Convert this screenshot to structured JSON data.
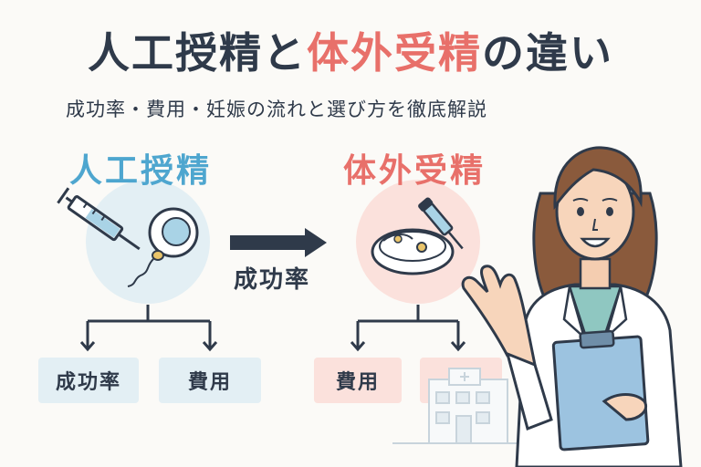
{
  "title": {
    "part1": "人工授精と",
    "part2": "体外受精",
    "part3": "の違い"
  },
  "subtitle": "成功率・費用・妊娠の流れと選び方を徹底解説",
  "left": {
    "heading": "人工授精",
    "items": [
      "成功率",
      "費用"
    ]
  },
  "right": {
    "heading": "体外受精",
    "items": [
      "費用"
    ]
  },
  "arrow_label": "成功率",
  "colors": {
    "dark": "#2f3a4a",
    "blue_accent": "#4ea6cf",
    "pink_accent": "#e8706a",
    "blue_bg": "#e3eff4",
    "pink_bg": "#fbe1dc"
  },
  "icons": [
    "syringe-icon",
    "egg-cell-icon",
    "sperm-icon",
    "petri-dish-icon",
    "pipette-icon",
    "hospital-icon",
    "doctor-illustration",
    "clipboard-icon"
  ]
}
